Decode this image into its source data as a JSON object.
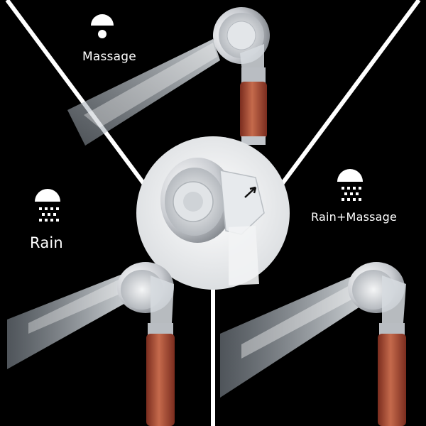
{
  "modes": [
    {
      "id": "massage",
      "label": "Massage",
      "icon": "massage-spray-icon"
    },
    {
      "id": "rain",
      "label": "Rain",
      "icon": "rain-spray-icon"
    },
    {
      "id": "rain_massage",
      "label": "Rain+Massage",
      "icon": "rain-massage-spray-icon"
    }
  ],
  "colors": {
    "background": "#000000",
    "divider": "#ffffff",
    "chrome": "#c9ccd1",
    "filter_beads": "#b0523a",
    "water_spray": "#b9c2cc"
  }
}
